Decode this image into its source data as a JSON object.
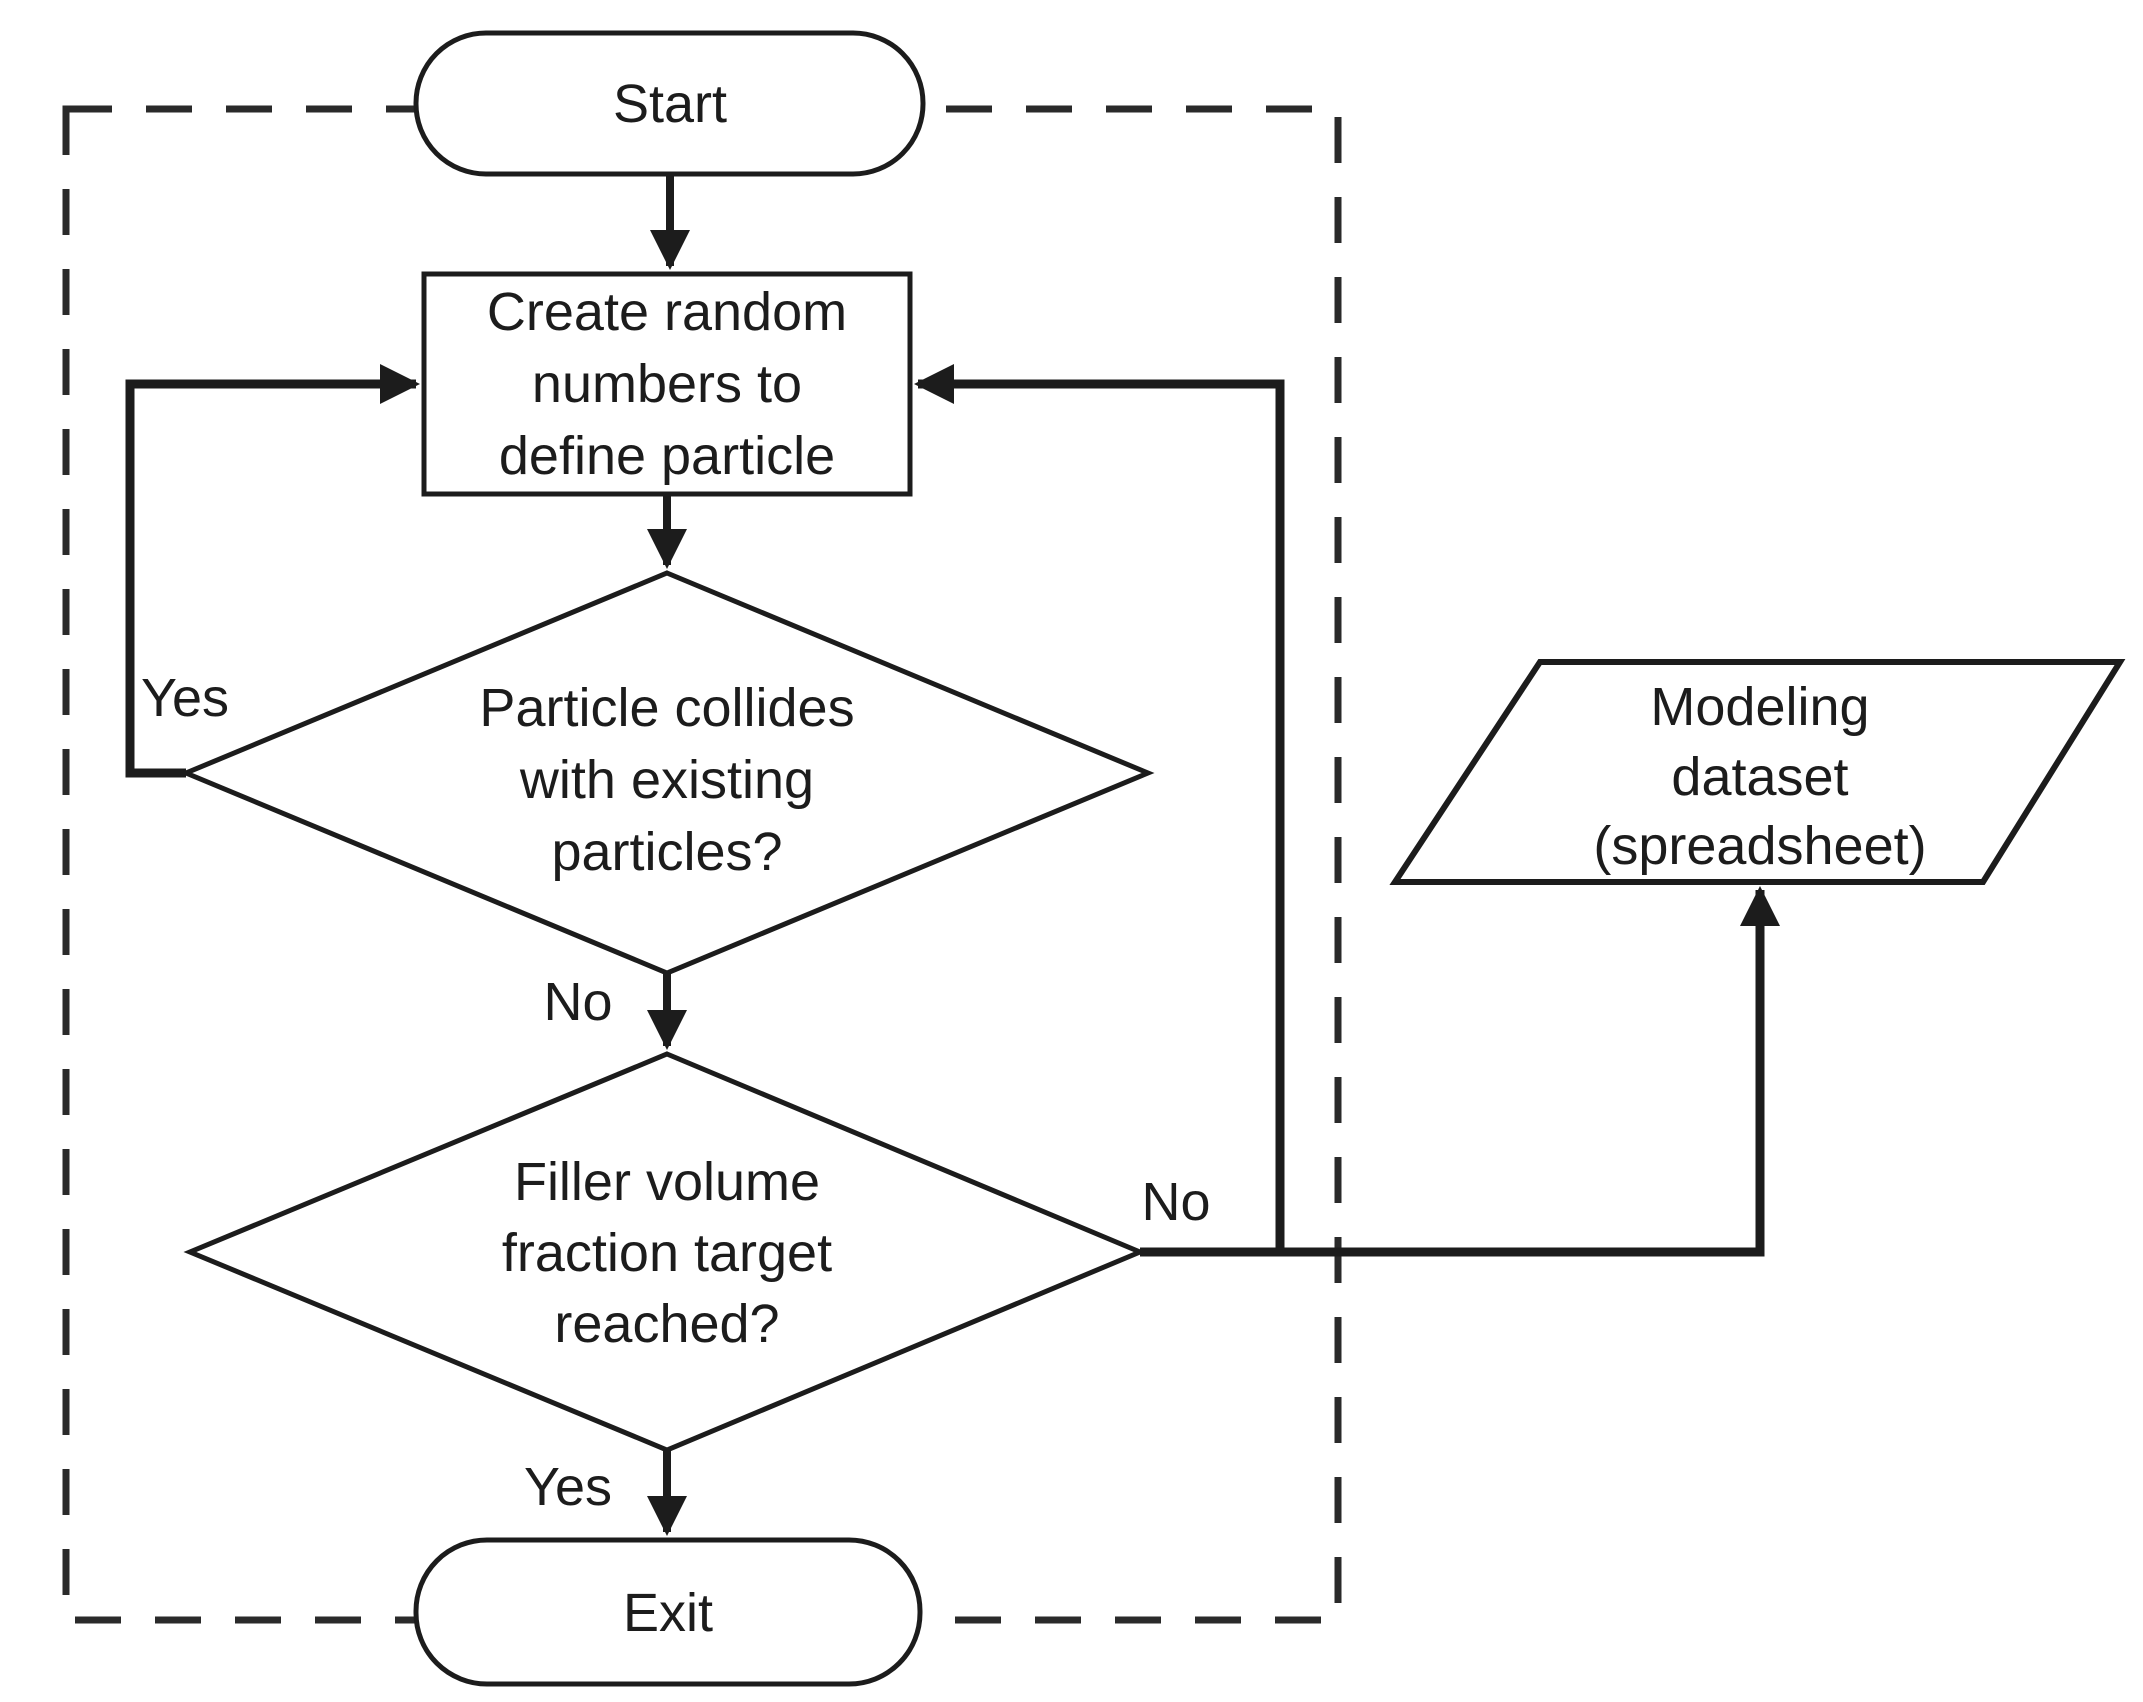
{
  "diagram": {
    "kind": "flowchart",
    "colors": {
      "background": "#ffffff",
      "stroke": "#1c1c1c",
      "text": "#1c1c1c"
    },
    "nodes": {
      "start": {
        "shape": "terminator",
        "label": "Start"
      },
      "create_numbers": {
        "shape": "process",
        "lines": [
          "Create random",
          "numbers to",
          "define particle"
        ]
      },
      "collision_check": {
        "shape": "decision",
        "lines": [
          "Particle collides",
          "with existing",
          "particles?"
        ]
      },
      "volume_check": {
        "shape": "decision",
        "lines": [
          "Filler volume",
          "fraction target",
          "reached?"
        ]
      },
      "exit": {
        "shape": "terminator",
        "label": "Exit"
      },
      "modeling_dataset": {
        "shape": "data-parallelogram",
        "lines": [
          "Modeling",
          "dataset",
          "(spreadsheet)"
        ]
      }
    },
    "edge_labels": {
      "collision_yes": "Yes",
      "collision_no": "No",
      "volume_no": "No",
      "volume_yes": "Yes"
    }
  }
}
